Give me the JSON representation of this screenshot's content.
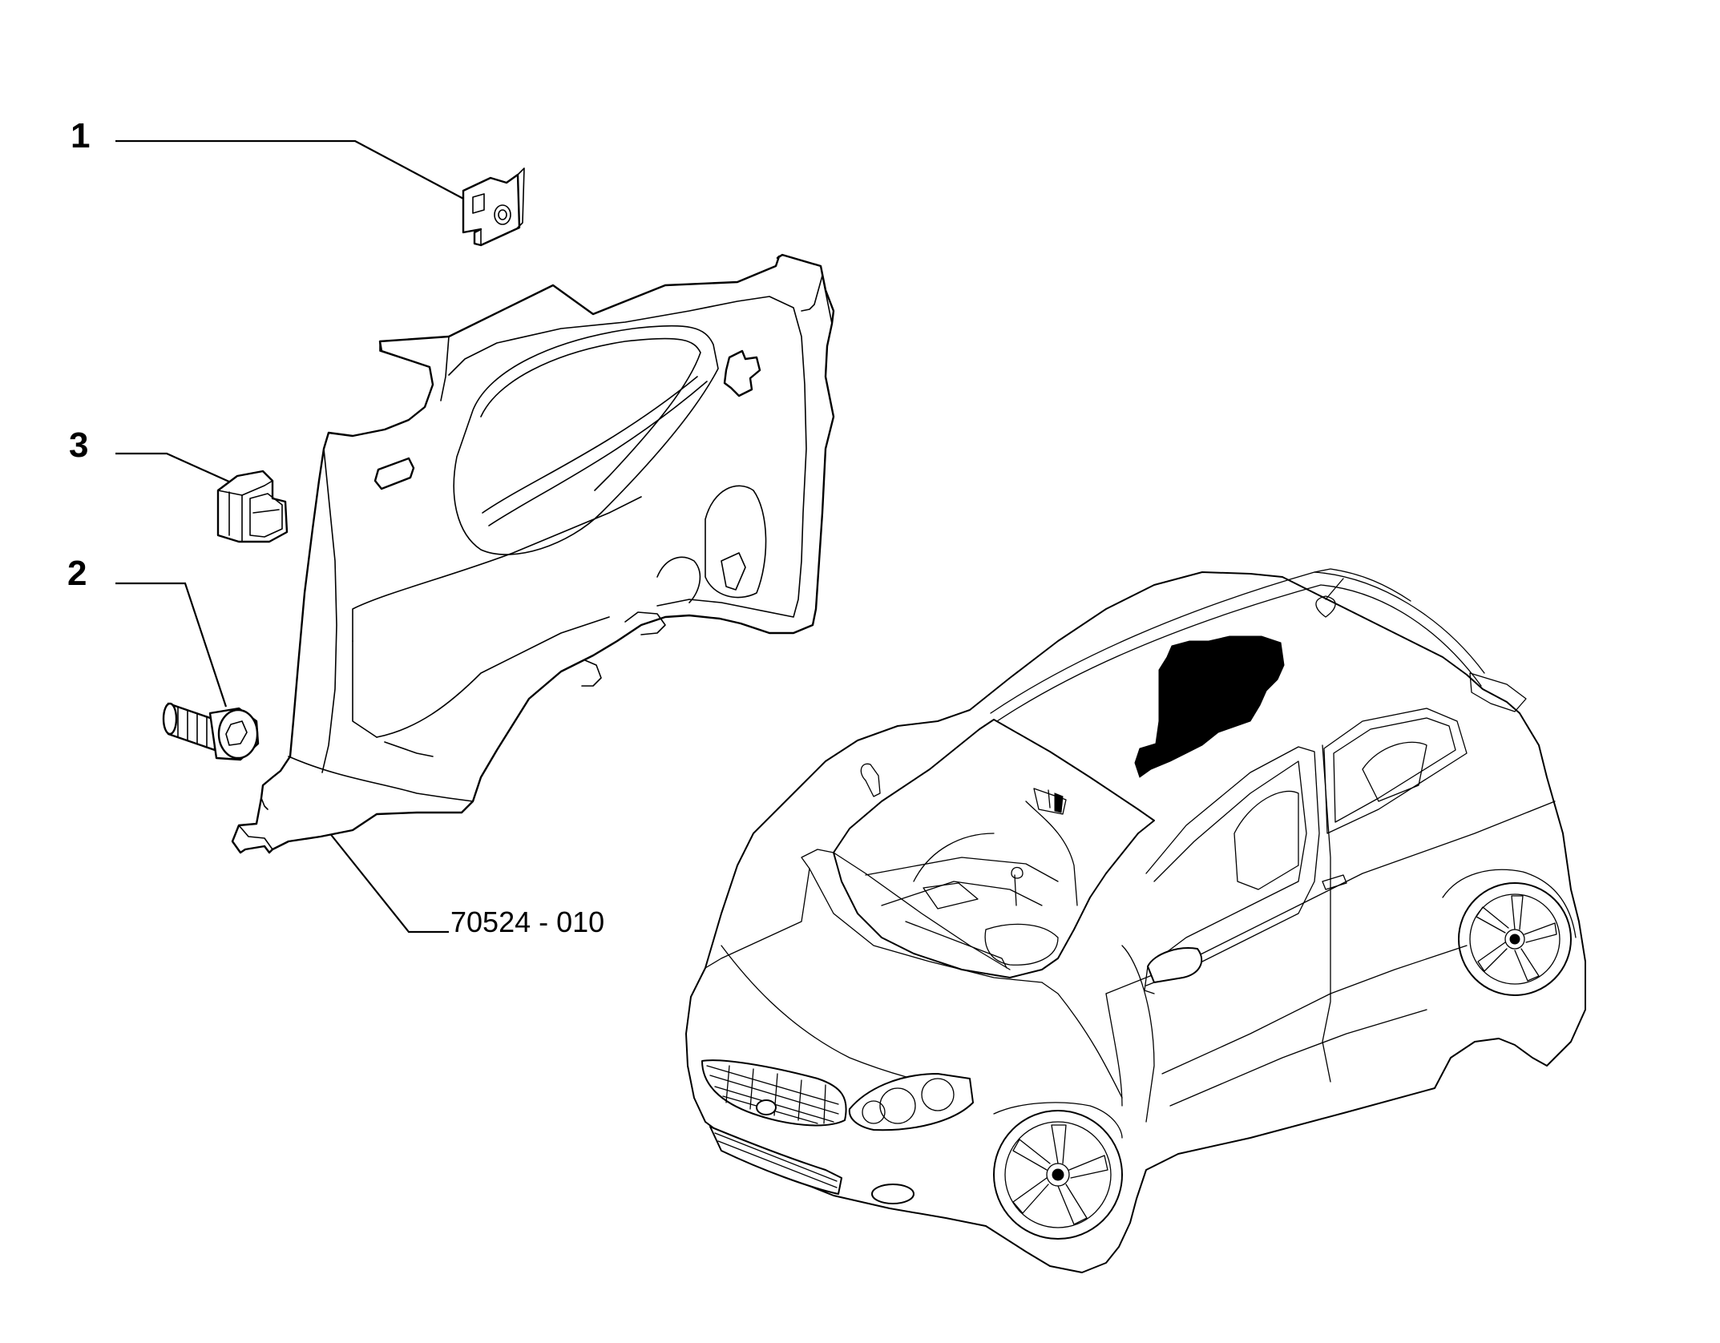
{
  "callouts": {
    "item_1": "1",
    "item_2": "2",
    "item_3": "3"
  },
  "diagram_code": "70524 - 010",
  "colors": {
    "line": "#000000",
    "background": "#ffffff",
    "highlight": "#000000"
  }
}
